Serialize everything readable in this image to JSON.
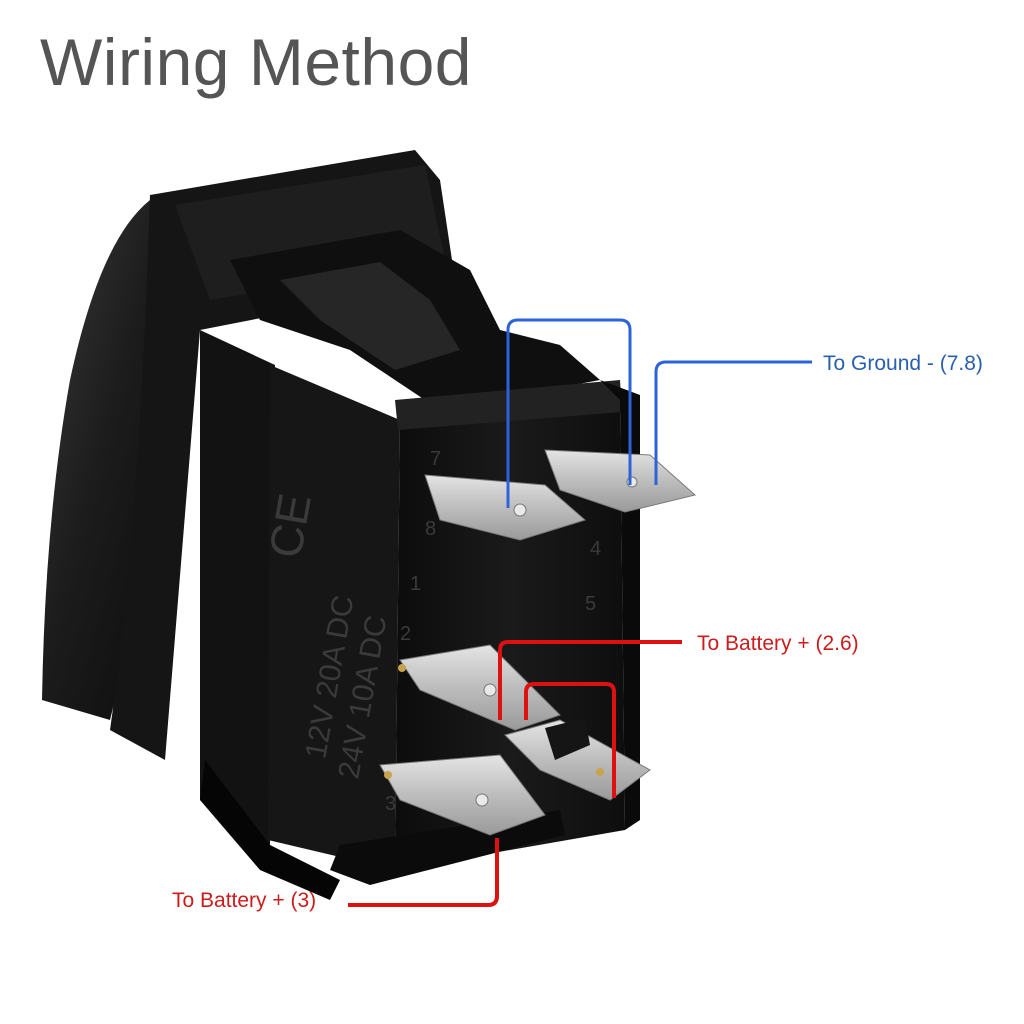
{
  "title": "Wiring Method",
  "colors": {
    "ground_wire": "#2a64d8",
    "ground_label": "#2a5fb0",
    "battery_wire": "#dd1111",
    "battery_label": "#cc1c1c",
    "housing": "#101010",
    "terminal": "#c8c8c8"
  },
  "labels": {
    "ground": "To Ground - (7.8)",
    "battery_26": "To Battery + (2.6)",
    "battery_3": "To Battery + (3)"
  },
  "housing_markings": {
    "ce": "CE",
    "rating_12v": "12V  20A  DC",
    "rating_24v": "24V  10A  DC",
    "pins": [
      "7",
      "8",
      "1",
      "2",
      "4",
      "5",
      "3"
    ]
  },
  "icons": {
    "switch": "rocker-switch-icon"
  }
}
